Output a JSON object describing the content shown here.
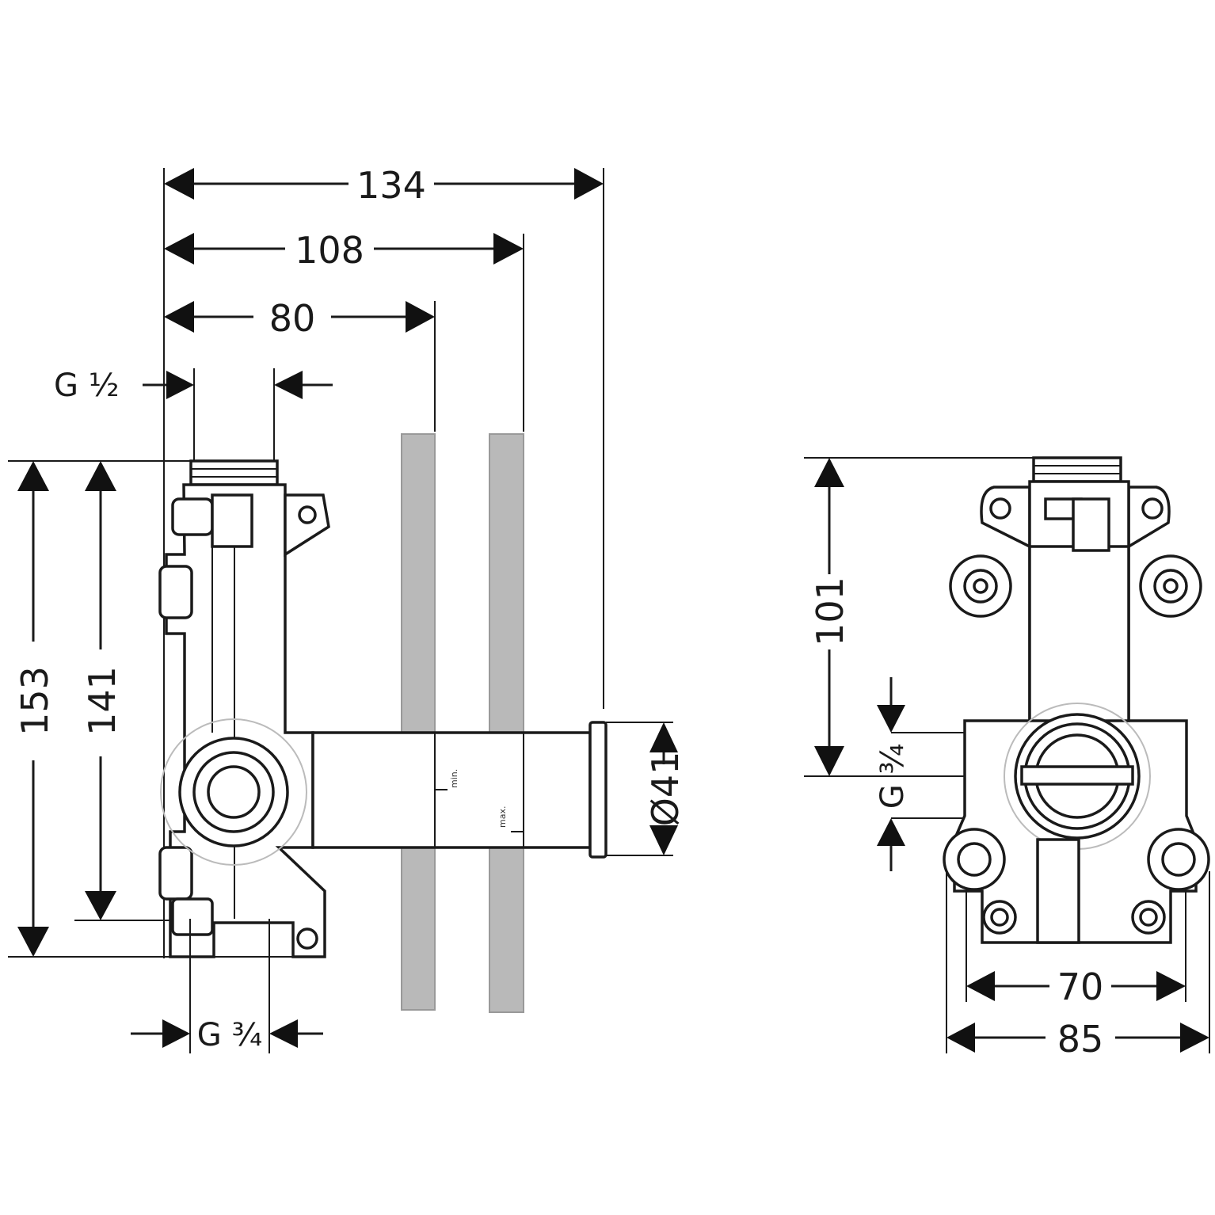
{
  "side_view": {
    "dim_overall_width": "134",
    "dim_wall_max": "108",
    "dim_wall_min": "80",
    "dim_top_thread": "G ½",
    "dim_total_height": "153",
    "dim_outlet_height": "141",
    "dim_diameter": "Ø41",
    "dim_bottom_thread": "G ¾",
    "label_min": "min.",
    "label_max": "max."
  },
  "front_view": {
    "dim_height": "101",
    "dim_inlet_thread": "G ¾",
    "dim_mount_spacing": "70",
    "dim_total_width": "85"
  },
  "colors": {
    "line": "#1a1a1a",
    "wall_band": "#b9b9b9"
  }
}
